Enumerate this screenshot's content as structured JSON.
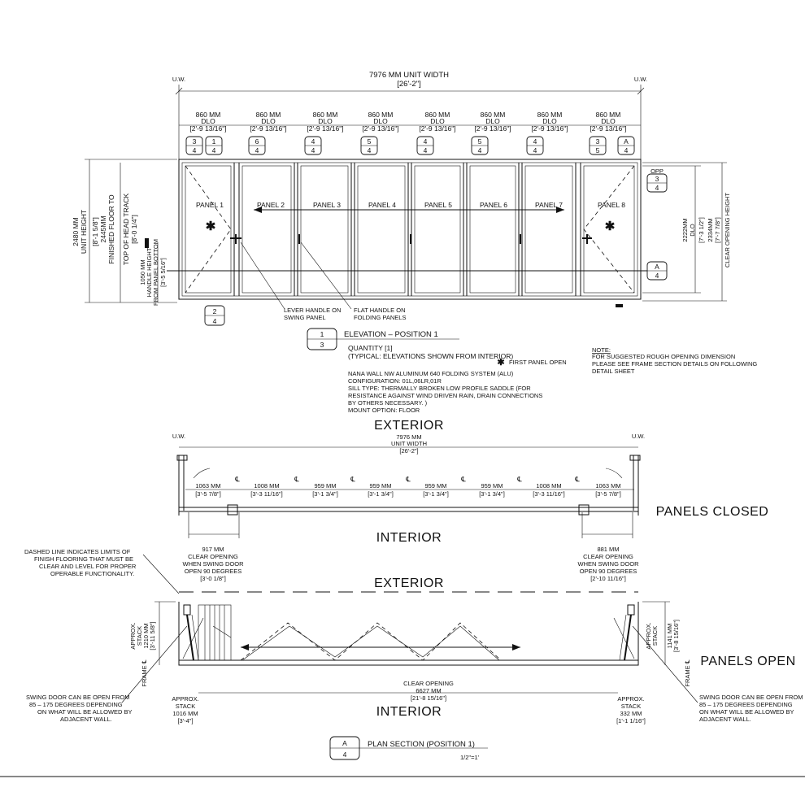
{
  "elevation": {
    "unit_width_mm": "7976 MM UNIT WIDTH",
    "unit_width_imp": "[26'-2\"]",
    "uw_label": "U.W.",
    "dlo": {
      "mm": "860 MM",
      "label": "DLO",
      "imp": "[2'-9 13/16\"]"
    },
    "tags_top": [
      {
        "a": "3",
        "b": "4"
      },
      {
        "a": "1",
        "b": "4"
      },
      {
        "a": "6",
        "b": "4"
      },
      {
        "a": "4",
        "b": "4"
      },
      {
        "a": "5",
        "b": "4"
      },
      {
        "a": "4",
        "b": "4"
      },
      {
        "a": "5",
        "b": "4"
      },
      {
        "a": "4",
        "b": "4"
      },
      {
        "a": "3",
        "b": "5"
      },
      {
        "a": "A",
        "b": "4"
      }
    ],
    "panels": [
      "PANEL 1",
      "PANEL 2",
      "PANEL 3",
      "PANEL 4",
      "PANEL 5",
      "PANEL 6",
      "PANEL 7",
      "PANEL 8"
    ],
    "unit_height": {
      "mm": "2480 MM",
      "label": "UNIT HEIGHT",
      "imp": "[8'-1 5/8\"]"
    },
    "floor_to_track": {
      "mm": "2445MM",
      "l1": "FINISHED FLOOR TO",
      "l2": "TOP OF HEAD TRACK",
      "imp": "[8'-0 1/4\"]"
    },
    "handle_height": {
      "mm": "1050 MM",
      "l1": "HANDLE HEIGHT",
      "l2": "FROM PANEL BOTTOM",
      "imp": "[3'-5 5/16\"]"
    },
    "dlo_height": {
      "mm": "2222MM",
      "label": "DLO",
      "imp": "[7'-3 1/2\"]"
    },
    "clear_height": {
      "mm": "2334MM",
      "imp": "[7'-7 7/8\"]",
      "label": "CLEAR OPENING HEIGHT"
    },
    "tag_opp": {
      "top": "OPP",
      "a": "3",
      "b": "4"
    },
    "tag_a_right": {
      "a": "A",
      "b": "4"
    },
    "tag_bottom": {
      "a": "2",
      "b": "4"
    },
    "lever_note_1": "LEVER HANDLE ON",
    "lever_note_2": "SWING PANEL",
    "flat_note_1": "FLAT HANDLE ON",
    "flat_note_2": "FOLDING PANELS",
    "asterisk": "✱"
  },
  "title1": {
    "num": "1",
    "den": "3",
    "title": "ELEVATION  –  POSITION  1",
    "quantity": "QUANTITY [1]",
    "typical": "(TYPICAL: ELEVATIONS SHOWN FROM INTERIOR)",
    "spec": [
      "NANA WALL NW ALUMINUM 640 FOLDING SYSTEM (ALU)",
      "CONFIGURATION: 01L,06LR,01R",
      "SILL TYPE: THERMALLY BROKEN LOW PROFILE SADDLE (FOR",
      "RESISTANCE AGAINST WIND DRIVEN RAIN, DRAIN CONNECTIONS",
      "BY OTHERS NECESSARY. )",
      "MOUNT OPTION: FLOOR"
    ],
    "first_panel": "FIRST PANEL OPEN",
    "note_head": "NOTE:",
    "note_lines": [
      "FOR SUGGESTED ROUGH OPENING DIMENSION",
      "PLEASE SEE FRAME SECTION DETAILS ON FOLLOWING",
      "DETAIL SHEET"
    ]
  },
  "plan_closed": {
    "exterior": "EXTERIOR",
    "interior": "INTERIOR",
    "label": "PANELS CLOSED",
    "uw": "U.W.",
    "width_mm": "7976 MM",
    "width_label": "UNIT WIDTH",
    "width_imp": "[26'-2\"]",
    "cl": "℄",
    "dims": [
      {
        "mm": "1063 MM",
        "imp": "[3'-5 7/8\"]"
      },
      {
        "mm": "1008 MM",
        "imp": "[3'-3 11/16\"]"
      },
      {
        "mm": "959 MM",
        "imp": "[3'-1 3/4\"]"
      },
      {
        "mm": "959 MM",
        "imp": "[3'-1 3/4\"]"
      },
      {
        "mm": "959 MM",
        "imp": "[3'-1 3/4\"]"
      },
      {
        "mm": "959 MM",
        "imp": "[3'-1 3/4\"]"
      },
      {
        "mm": "1008 MM",
        "imp": "[3'-3 11/16\"]"
      },
      {
        "mm": "1063 MM",
        "imp": "[3'-5 7/8\"]"
      }
    ],
    "clear_left": [
      "917 MM",
      "CLEAR OPENING",
      "WHEN SWING DOOR",
      "OPEN 90 DEGREES",
      "[3'-0 1/8\"]"
    ],
    "clear_right": [
      "881 MM",
      "CLEAR OPENING",
      "WHEN SWING DOOR",
      "OPEN 90 DEGREES",
      "[2'-10 11/16\"]"
    ]
  },
  "plan_open": {
    "exterior": "EXTERIOR",
    "interior": "INTERIOR",
    "label": "PANELS OPEN",
    "dashed_note": [
      "DASHED LINE INDICATES LIMITS OF",
      "FINISH FLOORING THAT MUST BE",
      "CLEAR AND LEVEL FOR PROPER",
      "OPERABLE FUNCTIONALITY."
    ],
    "stack_left_v": [
      "APPROX.",
      "STACK",
      "1210 MM",
      "[3'-11 5/8\"]"
    ],
    "stack_right_v": [
      "APPROX.",
      "STACK",
      "1141 MM",
      "[3'-8 15/16\"]"
    ],
    "frame_cl": "FRAME ℄",
    "clear_opening": [
      "CLEAR OPENING",
      "6627 MM",
      "[21'-8 15/16\"]"
    ],
    "stack_left_h": [
      "APPROX.",
      "STACK",
      "1016 MM",
      "[3'-4\"]"
    ],
    "stack_right_h": [
      "APPROX.",
      "STACK",
      "332 MM",
      "[1'-1 1/16\"]"
    ],
    "swing_note": [
      "SWING DOOR CAN BE OPEN FROM",
      "85 – 175 DEGREES DEPENDING",
      "ON WHAT WILL BE ALLOWED BY",
      "ADJACENT WALL."
    ]
  },
  "title2": {
    "num": "A",
    "den": "4",
    "title": "PLAN  SECTION  (POSITION  1)",
    "scale": "1/2\"=1'"
  }
}
